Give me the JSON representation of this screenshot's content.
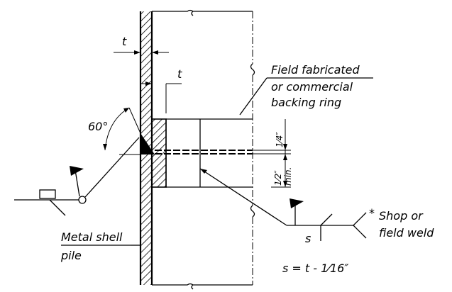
{
  "labels": {
    "t_top": "t",
    "t_side": "t",
    "angle": "60°",
    "field_line1": "Field fabricated",
    "field_line2": "or commercial",
    "field_line3": "backing ring",
    "quarter": "1⁄4″",
    "half_min_1": "1⁄2″",
    "half_min_2": "min.",
    "shop_line1": "Shop or",
    "shop_line2": "field weld",
    "shop_star": "*",
    "s_symbol": "s",
    "metal_line1": "Metal shell",
    "metal_line2": "pile",
    "formula": "s = t - 1⁄16″"
  },
  "colors": {
    "ink": "#000000",
    "paper": "#ffffff"
  }
}
